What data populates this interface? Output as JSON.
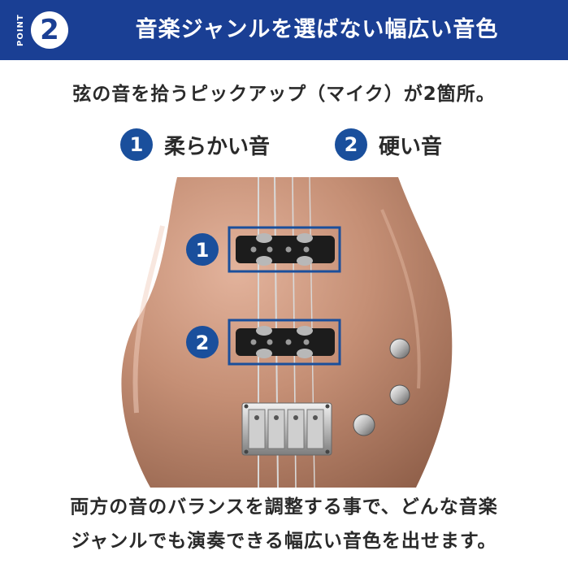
{
  "header": {
    "point_label": "POINT",
    "point_number": "2",
    "title": "音楽ジャンルを選ばない幅広い音色"
  },
  "intro": "弦の音を拾うピックアップ（マイク）が2箇所。",
  "legend": [
    {
      "number": "1",
      "label": "柔らかい音"
    },
    {
      "number": "2",
      "label": "硬い音"
    }
  ],
  "markers": [
    {
      "number": "1"
    },
    {
      "number": "2"
    }
  ],
  "bottom": {
    "line1": "両方の音のバランスを調整する事で、どんな音楽",
    "line2": "ジャンルでも演奏できる幅広い音色を出せます。"
  },
  "colors": {
    "header_bg": "#1a3f94",
    "accent": "#1a4f9c",
    "body_bronze": "#c08a70"
  }
}
